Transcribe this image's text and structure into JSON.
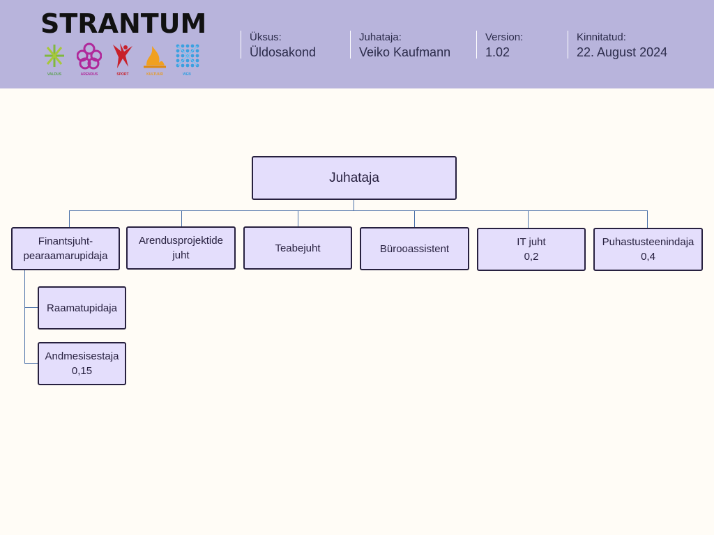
{
  "header": {
    "brand": "STRANTUM",
    "logos": [
      {
        "name": "valdus",
        "caption": "VALDUS",
        "color": "#5aa050"
      },
      {
        "name": "arendus",
        "caption": "ARENDUS",
        "color": "#b0289a"
      },
      {
        "name": "sport",
        "caption": "SPORT",
        "color": "#c8202a"
      },
      {
        "name": "kultuur",
        "caption": "KULTUUR",
        "color": "#e89a20"
      },
      {
        "name": "web",
        "caption": "WEB",
        "color": "#3aa0e0"
      }
    ],
    "meta": [
      {
        "label": "Üksus:",
        "value": "Üldosakond"
      },
      {
        "label": "Juhataja:",
        "value": "Veiko Kaufmann"
      },
      {
        "label": "Version:",
        "value": "1.02"
      },
      {
        "label": "Kinnitatud:",
        "value": "22. August 2024"
      }
    ]
  },
  "org": {
    "root": {
      "label": "Juhataja"
    },
    "departments": [
      {
        "label": "Finantsjuht-pearaamarupidaja",
        "fte": ""
      },
      {
        "label": "Arendusprojektide juht",
        "fte": ""
      },
      {
        "label": "Teabejuht",
        "fte": ""
      },
      {
        "label": "Bürooassistent",
        "fte": ""
      },
      {
        "label": "IT juht",
        "fte": "0,2"
      },
      {
        "label": "Puhastusteenindaja",
        "fte": "0,4"
      }
    ],
    "subordinates": [
      {
        "label": "Raamatupidaja",
        "fte": ""
      },
      {
        "label": "Andmesisestaja",
        "fte": "0,15"
      }
    ]
  },
  "colors": {
    "header_bg": "#b8b4dc",
    "page_bg": "#fffcf6",
    "box_fill": "#e4defc",
    "box_border": "#27203f",
    "connector": "#4a70a8"
  }
}
